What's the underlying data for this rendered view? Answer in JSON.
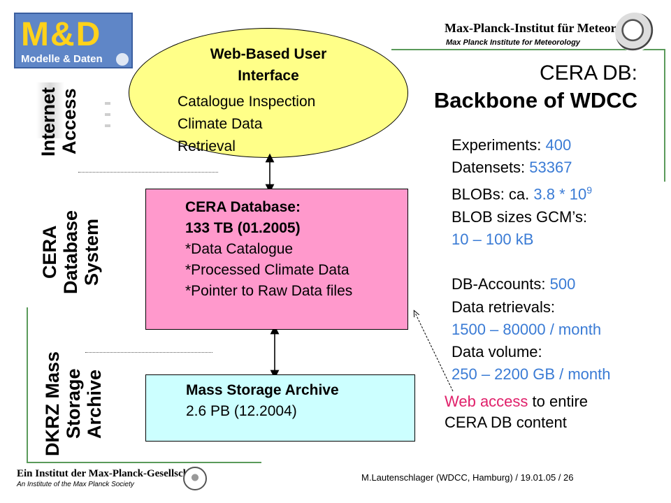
{
  "logos": {
    "md_top": "M&D",
    "md_bottom": "Modelle & Daten",
    "mpi_name": "Max-Planck-Institut für Meteorologie",
    "mpi_sub": "Max Planck Institute for Meteorology",
    "mpg_name": "Ein Institut der Max-Planck-Gesellschaft",
    "mpg_sub": "An Institute of the Max Planck Society"
  },
  "title": {
    "line1": "CERA DB:",
    "line2": "Backbone of WDCC"
  },
  "side_labels": {
    "internet": [
      "Internet",
      "Access"
    ],
    "cera": [
      "CERA",
      "Database",
      "System"
    ],
    "dkrz": [
      "DKRZ Mass",
      "Storage",
      "Archive"
    ]
  },
  "ellipse": {
    "title1": "Web-Based User",
    "title2": "Interface",
    "line1": "Catalogue Inspection",
    "line2": "Climate Data",
    "line3": "Retrieval"
  },
  "cera_box": {
    "line1": "CERA Database:",
    "line2": "133 TB (01.2005)",
    "line3": "*Data Catalogue",
    "line4": "*Processed Climate Data",
    "line5": "*Pointer to Raw Data files"
  },
  "archive_box": {
    "line1": "Mass Storage Archive",
    "line2": "2.6 PB (12.2004)"
  },
  "stats": {
    "experiments_label": "Experiments: ",
    "experiments_value": "400",
    "datensets_label": "Datensets: ",
    "datensets_value": "53367",
    "blobs_label": "BLOBs: ca. ",
    "blobs_value": "3.8 * 10",
    "blobs_exp": "9",
    "blob_sizes_label": "BLOB sizes GCM’s:",
    "blob_sizes_value": "10 – 100 kB",
    "accounts_label": "DB-Accounts: ",
    "accounts_value": "500",
    "retrievals_label": "Data retrievals:",
    "retrievals_value": "1500 – 80000 / month",
    "volume_label": "Data volume:",
    "volume_value": "250 – 2200 GB / month"
  },
  "web_access": {
    "highlight": "Web access",
    "rest": " to entire",
    "line2": "CERA DB content"
  },
  "footer": "M.Lautenschlager (WDCC, Hamburg) / 19.01.05 / 26",
  "colors": {
    "ellipse": "#ffff88",
    "cera_box": "#ff99cc",
    "archive_box": "#ccffff",
    "accent_blue": "#3a7bd5",
    "accent_red": "#e0206a",
    "frame_green": "#5a9a5a"
  }
}
